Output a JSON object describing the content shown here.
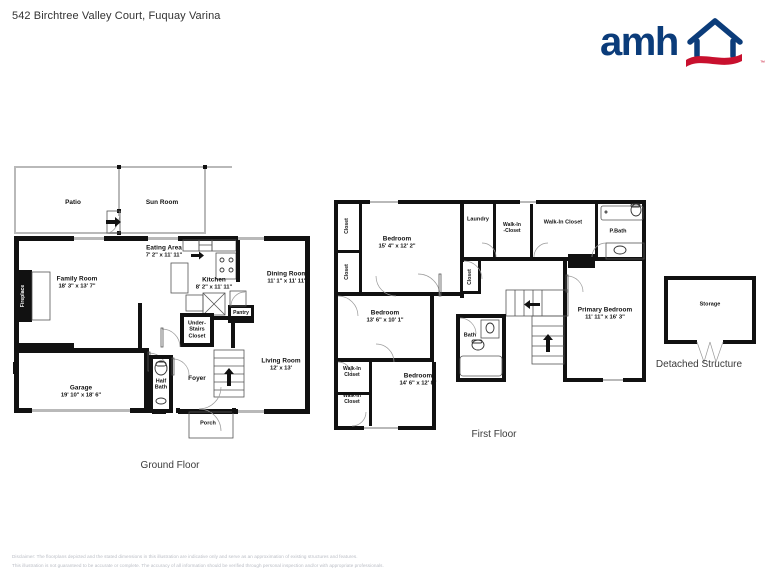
{
  "header": {
    "address": "542 Birchtree Valley Court, Fuquay Varina",
    "logo": {
      "wordmark": "amh",
      "icon": "house-roof-icon",
      "accent_red": "#c8102e",
      "brand_navy": "#0b3c7a"
    }
  },
  "floors": [
    {
      "id": "ground",
      "label": "Ground Floor"
    },
    {
      "id": "first",
      "label": "First Floor"
    },
    {
      "id": "detached",
      "label": "Detached Structure"
    }
  ],
  "ground_floor": {
    "label": "Ground Floor",
    "rooms": [
      {
        "name": "Patio",
        "dim": ""
      },
      {
        "name": "Sun Room",
        "dim": ""
      },
      {
        "name": "Eating Area",
        "dim": "7' 2\" x 11' 11\""
      },
      {
        "name": "Kitchen",
        "dim": "8' 2\" x 11' 11\""
      },
      {
        "name": "Dining Room",
        "dim": "11' 1\" x 11' 11\""
      },
      {
        "name": "Family Room",
        "dim": "18' 3\" x 13' 7\""
      },
      {
        "name": "Fireplace",
        "dim": ""
      },
      {
        "name": "Pantry",
        "dim": ""
      },
      {
        "name": "Under-Stairs Closet",
        "dim": ""
      },
      {
        "name": "Living Room",
        "dim": "12' x 13'"
      },
      {
        "name": "Foyer",
        "dim": ""
      },
      {
        "name": "Half Bath",
        "dim": ""
      },
      {
        "name": "Garage",
        "dim": "19' 10\" x 18' 6\""
      },
      {
        "name": "Porch",
        "dim": ""
      }
    ],
    "text": {
      "patio": "Patio",
      "sun_room": "Sun Room",
      "eating_area": "Eating Area",
      "eating_area_dim": "7' 2\" x 11' 11\"",
      "kitchen": "Kitchen",
      "kitchen_dim": "8' 2\" x 11' 11\"",
      "dining_room": "Dining Room",
      "dining_room_dim": "11' 1\" x 11' 11\"",
      "family_room": "Family Room",
      "family_room_dim": "18' 3\" x 13' 7\"",
      "fireplace": "Fireplace",
      "pantry": "Pantry",
      "understairs_1": "Under-",
      "understairs_2": "Stairs",
      "understairs_3": "Closet",
      "living_room": "Living Room",
      "living_room_dim": "12' x 13'",
      "foyer": "Foyer",
      "half_bath_1": "Half",
      "half_bath_2": "Bath",
      "garage": "Garage",
      "garage_dim": "19' 10\" x 18' 6\"",
      "porch": "Porch"
    }
  },
  "first_floor": {
    "label": "First Floor",
    "rooms": [
      {
        "name": "Closet",
        "dim": ""
      },
      {
        "name": "Closet",
        "dim": ""
      },
      {
        "name": "Bedroom",
        "dim": "15' 4\" x 12' 2\""
      },
      {
        "name": "Laundry",
        "dim": ""
      },
      {
        "name": "Walk-In Closet",
        "dim": ""
      },
      {
        "name": "Walk-In Closet",
        "dim": ""
      },
      {
        "name": "P.Bath",
        "dim": ""
      },
      {
        "name": "Closet",
        "dim": ""
      },
      {
        "name": "Bedroom",
        "dim": "13' 6\" x 10' 1\""
      },
      {
        "name": "Bath",
        "dim": ""
      },
      {
        "name": "Primary Bedroom",
        "dim": "11' 11\" x 16' 3\""
      },
      {
        "name": "Walk-In Closet",
        "dim": ""
      },
      {
        "name": "Walk-In Closet",
        "dim": ""
      },
      {
        "name": "Bedroom",
        "dim": "14' 6\" x 12' 8\""
      }
    ],
    "text": {
      "closet_a": "Closet",
      "closet_b": "Closet",
      "closet_c": "Closet",
      "bedroom1": "Bedroom",
      "bedroom1_dim": "15' 4\" x 12' 2\"",
      "laundry": "Laundry",
      "walkin_top_1": "Walk-In",
      "walkin_top_2": "-Closet",
      "walkin_wide": "Walk-In Closet",
      "pbath": "P.Bath",
      "bedroom2": "Bedroom",
      "bedroom2_dim": "13' 6\" x 10' 1\"",
      "bath": "Bath",
      "primary": "Primary Bedroom",
      "primary_dim": "11' 11\" x 16' 3\"",
      "wic_low1_a": "Walk-In",
      "wic_low1_b": "Closet",
      "wic_low2_a": "Walk-In",
      "wic_low2_b": "Closet",
      "bedroom3": "Bedroom",
      "bedroom3_dim": "14' 6\" x 12' 8\""
    }
  },
  "detached_structure": {
    "label": "Detached Structure",
    "text": {
      "storage": "Storage"
    }
  },
  "disclaimer": {
    "line1": "Disclaimer: The floorplans depicted and the stated dimensions in this illustration are indicative only and serve as an approximation of existing structures and features.",
    "line2": "This illustration is not guaranteed to be accurate or complete. The accuracy of all information should be verified through personal inspection and/or with appropriate professionals."
  }
}
